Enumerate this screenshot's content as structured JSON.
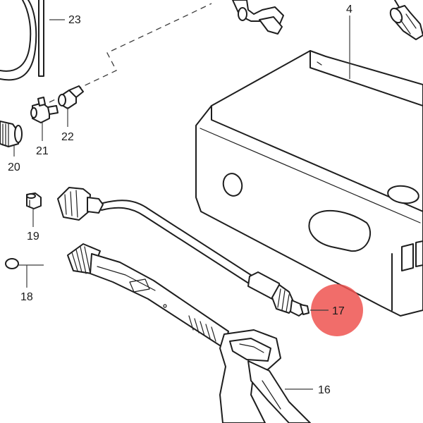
{
  "diagram": {
    "labels": {
      "p4": "4",
      "p16": "16",
      "p17": "17",
      "p18": "18",
      "p19": "19",
      "p20": "20",
      "p21": "21",
      "p22": "22",
      "p23": "23"
    },
    "highlight": {
      "part": "17",
      "color": "#ef5350"
    }
  }
}
